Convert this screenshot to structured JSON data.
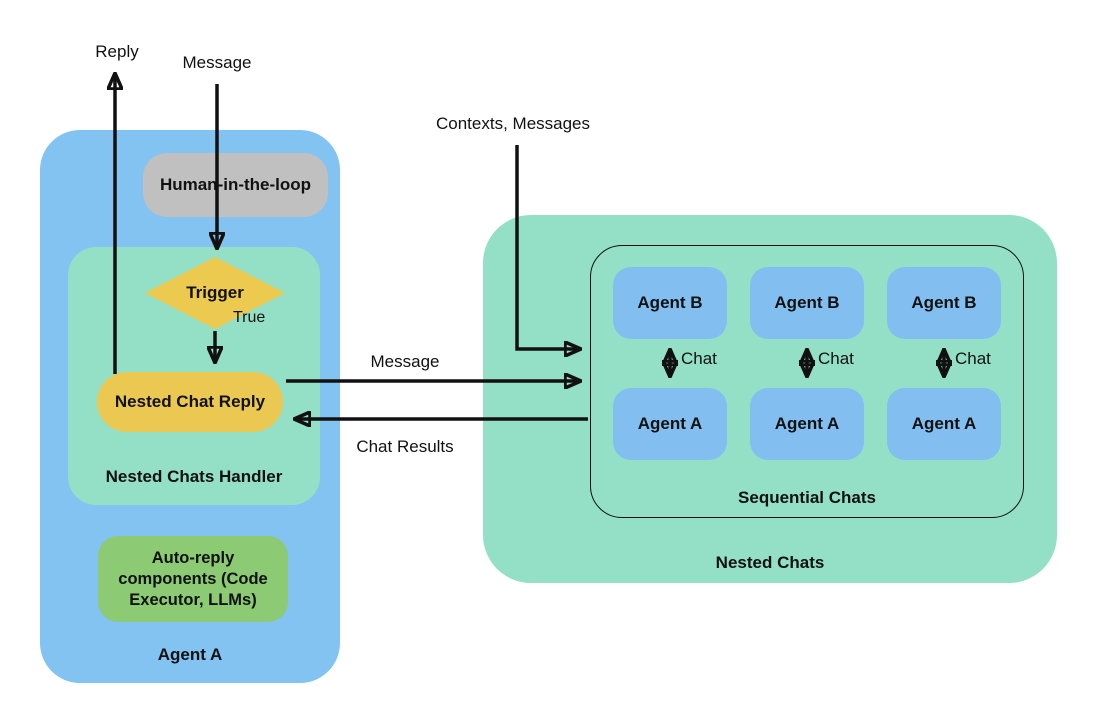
{
  "diagram": {
    "agent_a": {
      "label": "Agent A",
      "human_in_the_loop": "Human-in-the-loop",
      "handler": {
        "label": "Nested Chats Handler",
        "trigger": "Trigger",
        "true_label": "True",
        "nested_chat_reply": "Nested Chat Reply"
      },
      "auto_reply_components": "Auto-reply components (Code Executor, LLMs)"
    },
    "nested_chats": {
      "label": "Nested Chats",
      "sequential_chats": {
        "label": "Sequential Chats",
        "pairs": [
          {
            "top": "Agent B",
            "bottom": "Agent A",
            "chat": "Chat"
          },
          {
            "top": "Agent B",
            "bottom": "Agent A",
            "chat": "Chat"
          },
          {
            "top": "Agent B",
            "bottom": "Agent A",
            "chat": "Chat"
          }
        ]
      }
    },
    "arrows": {
      "reply": "Reply",
      "incoming_message": "Message",
      "outgoing_message": "Message",
      "chat_results": "Chat Results",
      "contexts_messages": "Contexts, Messages"
    },
    "colors": {
      "agent_container_blue": "#82C3F1",
      "inner_agent_blue": "#82BFF0",
      "teal": "#93E0C6",
      "yellow": "#ECC94F",
      "gray": "#C0C0C0",
      "green": "#8CCA74",
      "arrow_black": "#111111"
    }
  }
}
